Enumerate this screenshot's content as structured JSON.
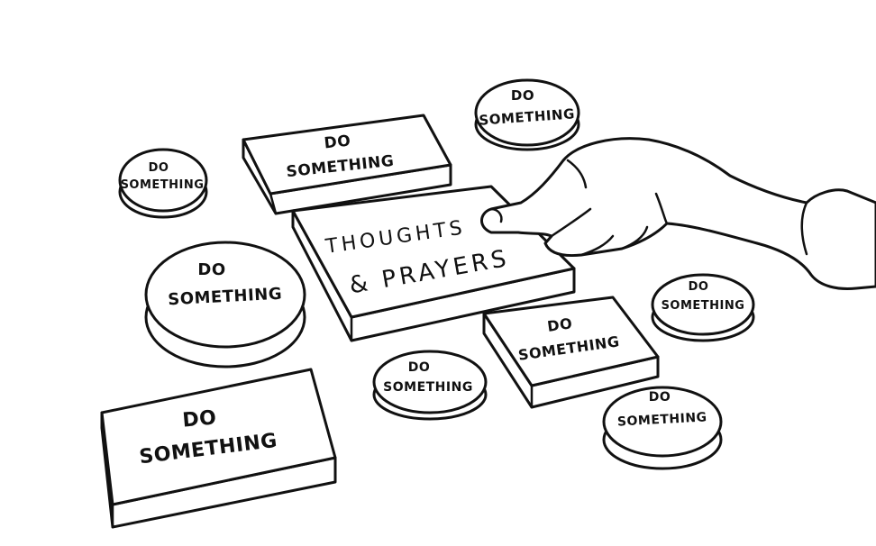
{
  "buttons": {
    "do_line1": "DO",
    "do_line2": "SOMETHING",
    "center_line1": "THOUGHTS",
    "center_line2": "& PRAYERS"
  },
  "colors": {
    "ink": "#111111",
    "paper": "#ffffff"
  }
}
